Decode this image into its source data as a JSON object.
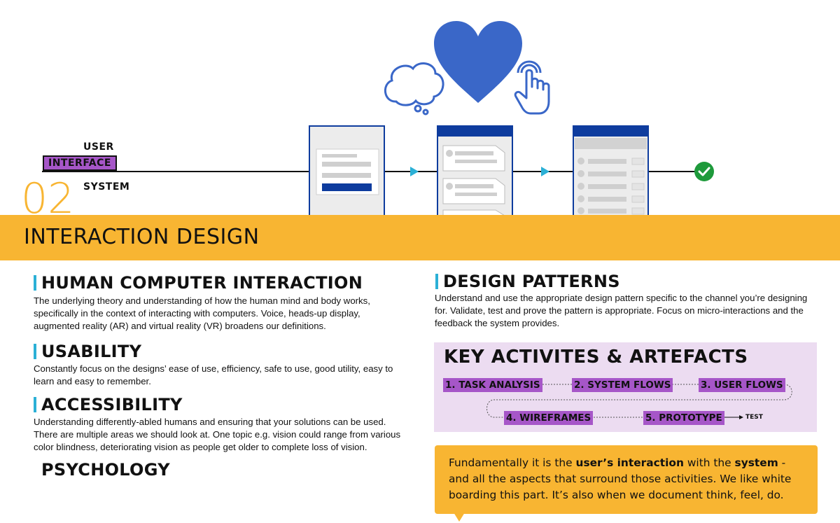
{
  "diagram": {
    "label_user": "USER",
    "label_interface": "INTERFACE",
    "label_system": "SYSTEM",
    "section_number": "02",
    "icons": [
      "thought-cloud-icon",
      "heart-icon",
      "pointing-hand-icon",
      "check-circle-icon",
      "play-arrow-icon"
    ],
    "colors": {
      "blue": "#3a67c8",
      "dark_blue": "#0e3c9e",
      "green": "#1e9a3b",
      "cyan": "#2bb0d6"
    }
  },
  "banner": {
    "title": "INTERACTION DESIGN",
    "color": "#f8b532"
  },
  "sections": {
    "hci": {
      "title": "HUMAN COMPUTER INTERACTION",
      "lines": [
        "The underlying theory and understanding of how the human mind and body works,",
        "specifically in the context of interacting with computers. Voice, heads-up display,",
        "augmented reality (AR) and virtual reality (VR) broadens our definitions."
      ]
    },
    "usability": {
      "title": "USABILITY",
      "lines": [
        "Constantly focus on the designs’ ease of use, efficiency, safe to use, good utility, easy to",
        "learn and easy to remember."
      ]
    },
    "accessibility": {
      "title": "ACCESSIBILITY",
      "lines": [
        "Understanding differently-abled humans and ensuring that your solutions can be used.",
        "There are multiple areas we should look at. One topic e.g. vision could range from various",
        "color blindness, deteriorating vision as people get older to complete loss of vision."
      ]
    },
    "psychology": {
      "title": "PSYCHOLOGY"
    },
    "design_patterns": {
      "title": "DESIGN PATTERNS",
      "lines": [
        "Understand and use the appropriate design pattern specific to the channel you’re designing",
        "for. Validate, test and prove the pattern is appropriate. Focus on micro-interactions and the",
        "feedback the system provides."
      ]
    }
  },
  "key_activities": {
    "title": "KEY ACTIVITES & ARTEFACTS",
    "steps": [
      "1. TASK ANALYSIS",
      "2. SYSTEM FLOWS",
      "3. USER FLOWS",
      "4. WIREFRAMES",
      "5. PROTOTYPE"
    ],
    "test_label": "TEST",
    "colors": {
      "box": "#ecdcf1",
      "step": "#a656c8"
    }
  },
  "callout": {
    "text_1": "Fundamentally it is the ",
    "bold_1": "user’s interaction",
    "text_2": " with the ",
    "bold_2": "system",
    "text_3": " - and all the aspects that surround those activities. We like white boarding this part. It’s also when we document think, feel, do."
  }
}
